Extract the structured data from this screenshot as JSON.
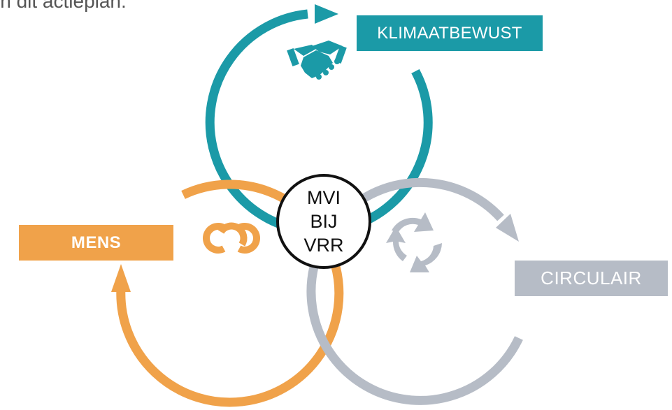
{
  "header": {
    "partial_text": "in dit actieplan."
  },
  "diagram": {
    "labels": {
      "klimaat": "KLIMAATBEWUST",
      "mens": "MENS",
      "circulair": "CIRCULAIR"
    },
    "center": {
      "line1": "MVI",
      "line2": "BIJ",
      "line3": "VRR"
    },
    "icons": {
      "klimaat": "handshake-icon",
      "mens": "linked-rings-icon",
      "circulair": "recycle-arrows-icon"
    },
    "colors": {
      "klimaat": "#1b9aa7",
      "mens": "#f0a24a",
      "circulair": "#b6bcc6",
      "center_border": "#111111"
    }
  }
}
